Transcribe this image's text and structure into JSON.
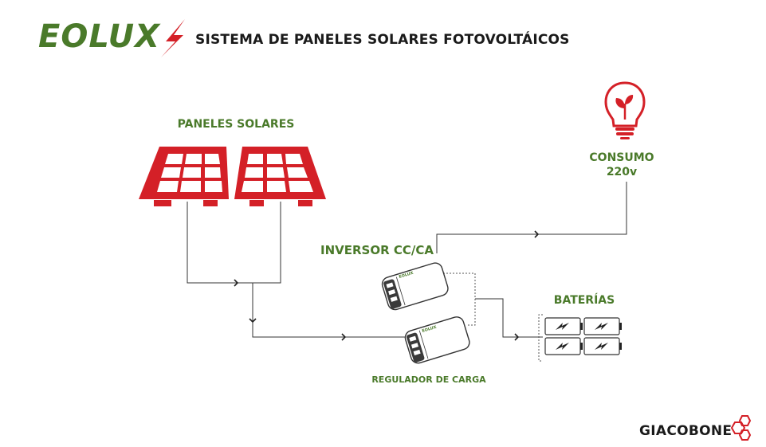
{
  "header": {
    "logo_text": "EOLUX",
    "title": "SISTEMA DE PANELES SOLARES FOTOVOLTÁICOS"
  },
  "diagram": {
    "panels_label": "PANELES SOLARES",
    "consumption_label": "CONSUMO",
    "consumption_voltage": "220v",
    "inverter_label": "INVERSOR CC/CA",
    "batteries_label": "BATERÍAS",
    "regulator_label": "REGULADOR DE CARGA",
    "device_brand": "EOLUX"
  },
  "footer": {
    "brand": "GIACOBONE"
  },
  "colors": {
    "brand_green": "#4a7a2a",
    "accent_red": "#d42027",
    "line": "#333333",
    "text_dark": "#1a1a1a"
  }
}
